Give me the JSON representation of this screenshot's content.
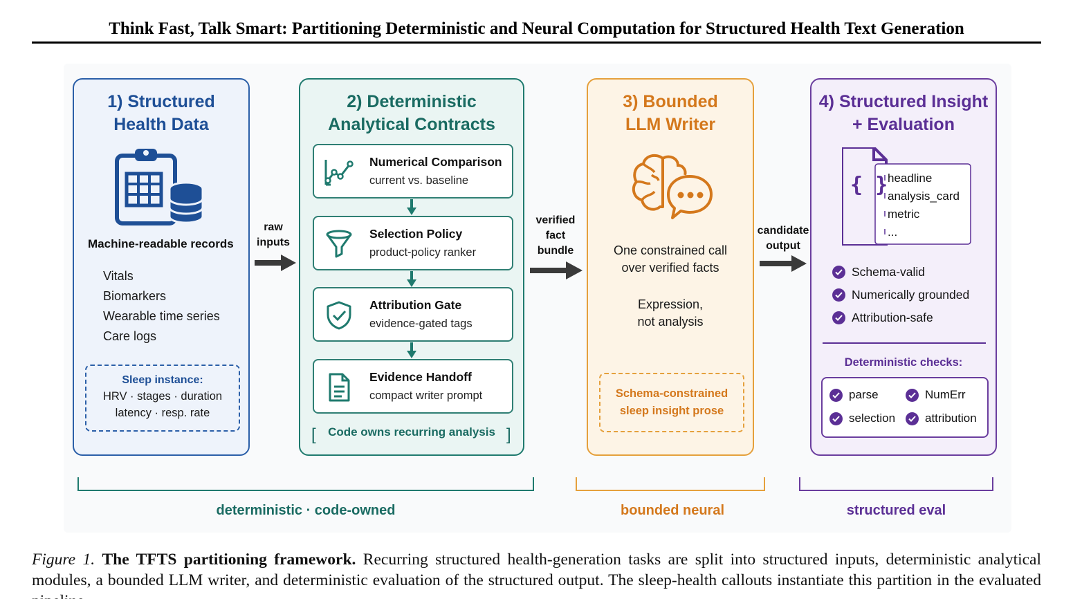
{
  "paper": {
    "title": "Think Fast, Talk Smart: Partitioning Deterministic and Neural Computation for Structured Health Text Generation"
  },
  "figure": {
    "panel1": {
      "title_line1": "1) Structured",
      "title_line2": "Health Data",
      "records_title": "Machine-readable records",
      "records": [
        "Vitals",
        "Biomarkers",
        "Wearable time series",
        "Care logs"
      ],
      "sleep_title": "Sleep instance:",
      "sleep_line1": "HRV · stages · duration",
      "sleep_line2": "latency · resp. rate"
    },
    "arrow1": {
      "line1": "raw",
      "line2": "inputs"
    },
    "panel2": {
      "title_line1": "2) Deterministic",
      "title_line2": "Analytical Contracts",
      "modules": [
        {
          "title": "Numerical Comparison",
          "sub": "current vs. baseline",
          "icon": "line-chart-icon"
        },
        {
          "title": "Selection Policy",
          "sub": "product-policy ranker",
          "icon": "funnel-icon"
        },
        {
          "title": "Attribution Gate",
          "sub": "evidence-gated tags",
          "icon": "shield-check-icon"
        },
        {
          "title": "Evidence Handoff",
          "sub": "compact writer prompt",
          "icon": "document-icon"
        }
      ],
      "footer": "Code owns recurring analysis"
    },
    "arrow2": {
      "line1": "verified",
      "line2": "fact",
      "line3": "bundle"
    },
    "panel3": {
      "title_line1": "3) Bounded",
      "title_line2": "LLM Writer",
      "desc_line1": "One constrained call",
      "desc_line2": "over verified facts",
      "note_line1": "Expression,",
      "note_line2": "not analysis",
      "schema_line1": "Schema-constrained",
      "schema_line2": "sleep insight prose"
    },
    "arrow3": {
      "line1": "candidate",
      "line2": "output"
    },
    "panel4": {
      "title_line1": "4) Structured Insight",
      "title_line2": "+ Evaluation",
      "fields": [
        "headline",
        "analysis_card",
        "metric",
        "..."
      ],
      "checks": [
        "Schema-valid",
        "Numerically grounded",
        "Attribution-safe"
      ],
      "det_title": "Deterministic checks:",
      "det_checks": [
        "parse",
        "NumErr",
        "selection",
        "attribution"
      ]
    },
    "groups": {
      "g1": "deterministic · code-owned",
      "g2": "bounded neural",
      "g3": "structured eval"
    },
    "colors": {
      "blue": "#2b5fa8",
      "teal": "#1f7a6e",
      "orange": "#e5a03c",
      "purple": "#6a3d9e"
    }
  },
  "caption": {
    "label": "Figure 1.",
    "name": "The TFTS partitioning framework.",
    "text": "Recurring structured health-generation tasks are split into structured inputs, deterministic analytical modules, a bounded LLM writer, and deterministic evaluation of the structured output. The sleep-health callouts instantiate this partition in the evaluated pipeline."
  }
}
